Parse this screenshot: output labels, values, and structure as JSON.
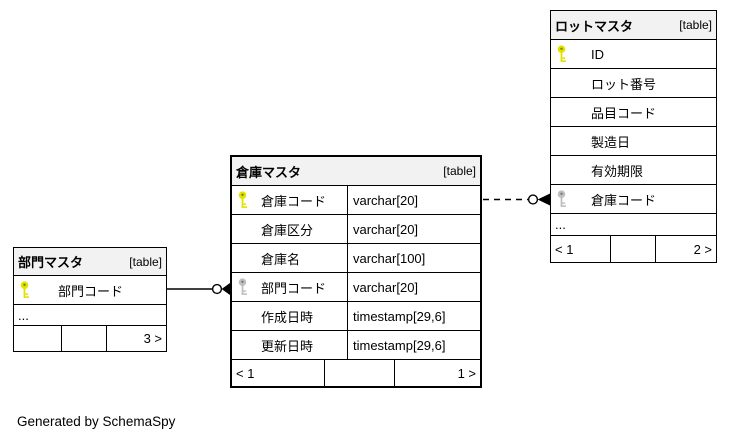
{
  "note": "Generated by SchemaSpy",
  "colors": {
    "border": "#000000",
    "header_bg": "#f2f2f2",
    "pk_key": "#e2e200",
    "pk_key_hole": "#7c7c00",
    "fk_key": "#bfbfbf",
    "fk_key_hole": "#777777"
  },
  "tables": [
    {
      "id": "bumon-master",
      "title": "部門マスタ",
      "tag": "[table]",
      "columns": [
        {
          "name": "部門コード",
          "key": "pk"
        }
      ],
      "truncated": "...",
      "pager": {
        "left": "",
        "middle": "",
        "right": "3 >"
      }
    },
    {
      "id": "souko-master",
      "title": "倉庫マスタ",
      "tag": "[table]",
      "columns": [
        {
          "name": "倉庫コード",
          "type": "varchar[20]",
          "key": "pk"
        },
        {
          "name": "倉庫区分",
          "type": "varchar[20]",
          "key": ""
        },
        {
          "name": "倉庫名",
          "type": "varchar[100]",
          "key": ""
        },
        {
          "name": "部門コード",
          "type": "varchar[20]",
          "key": "fk"
        },
        {
          "name": "作成日時",
          "type": "timestamp[29,6]",
          "key": ""
        },
        {
          "name": "更新日時",
          "type": "timestamp[29,6]",
          "key": ""
        }
      ],
      "pager": {
        "left": "< 1",
        "middle": "",
        "right": "1 >"
      }
    },
    {
      "id": "lot-master",
      "title": "ロットマスタ",
      "tag": "[table]",
      "columns": [
        {
          "name": "ID",
          "key": "pk"
        },
        {
          "name": "ロット番号",
          "key": ""
        },
        {
          "name": "品目コード",
          "key": ""
        },
        {
          "name": "製造日",
          "key": ""
        },
        {
          "name": "有効期限",
          "key": ""
        },
        {
          "name": "倉庫コード",
          "key": "fk"
        }
      ],
      "truncated": "...",
      "pager": {
        "left": "< 1",
        "middle": "",
        "right": "2 >"
      }
    }
  ],
  "relationships": [
    {
      "from": "部門マスタ.部門コード",
      "to": "倉庫マスタ.部門コード",
      "style": "solid"
    },
    {
      "from": "倉庫マスタ.倉庫コード",
      "to": "ロットマスタ.倉庫コード",
      "style": "dashed"
    }
  ]
}
